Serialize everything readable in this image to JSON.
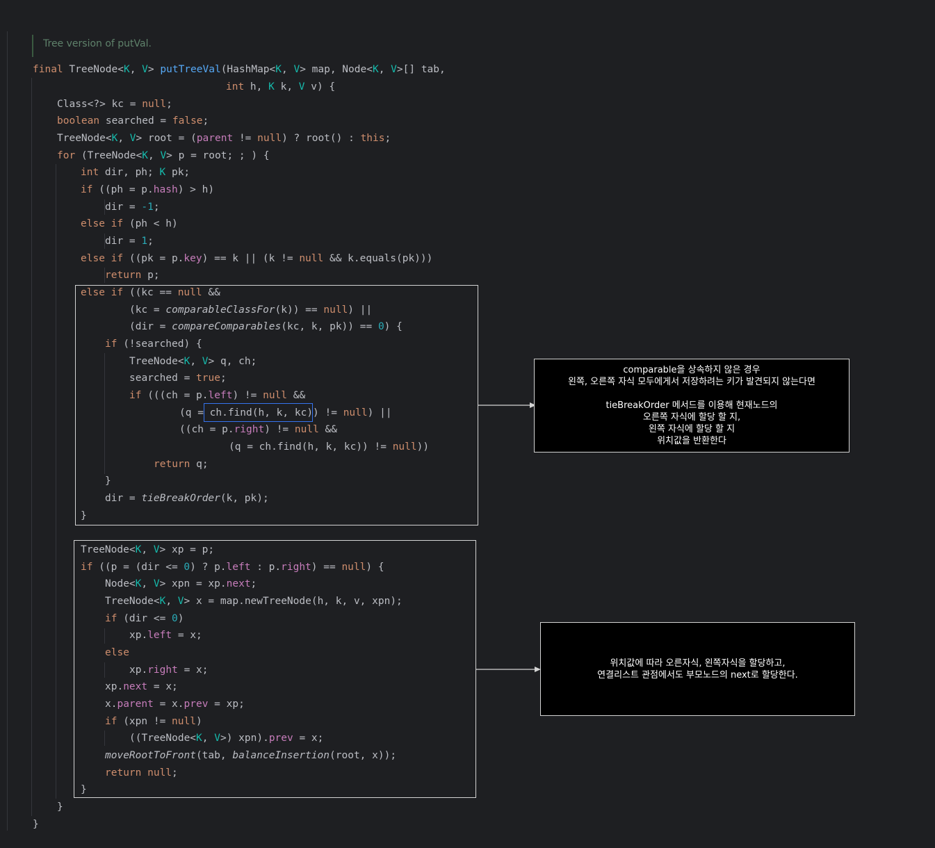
{
  "doc_comment": "Tree version of putVal.",
  "code": {
    "signature_1": [
      "final ",
      "TreeNode<",
      "K",
      ", ",
      "V",
      "> ",
      "putTreeVal",
      "(HashMap<",
      "K",
      ", ",
      "V",
      "> map, Node<",
      "K",
      ", ",
      "V",
      ">[] tab,"
    ],
    "signature_2": [
      "int ",
      "h, ",
      "K",
      " k, ",
      "V",
      " v) {"
    ],
    "lines": {
      "l1": [
        "Class<?> kc = ",
        "null",
        ";"
      ],
      "l2": [
        "boolean ",
        "searched = ",
        "false",
        ";"
      ],
      "l3": [
        "TreeNode<",
        "K",
        ", ",
        "V",
        "> root = (",
        "parent",
        " != ",
        "null",
        ") ? root() : ",
        "this",
        ";"
      ],
      "l4": [
        "for ",
        "(TreeNode<",
        "K",
        ", ",
        "V",
        "> p = root; ; ) {"
      ],
      "l5": [
        "int ",
        "dir, ph; ",
        "K",
        " pk;"
      ],
      "l6": [
        "if ",
        "((ph = p.",
        "hash",
        ") > h)"
      ],
      "l7": [
        "dir = ",
        "-1",
        ";"
      ],
      "l8": [
        "else if ",
        "(ph < h)"
      ],
      "l9": [
        "dir = ",
        "1",
        ";"
      ],
      "l10": [
        "else if ",
        "((pk = p.",
        "key",
        ") == k || (k != ",
        "null",
        " && k.equals(pk)))"
      ],
      "l11": [
        "return ",
        "p;"
      ],
      "l12": [
        "else if ",
        "((kc == ",
        "null",
        " &&"
      ],
      "l13": [
        "(kc = ",
        "comparableClassFor",
        "(k)) == ",
        "null",
        ") ||"
      ],
      "l14": [
        "(dir = ",
        "compareComparables",
        "(kc, k, pk)) == ",
        "0",
        ") {"
      ],
      "l15": [
        "if ",
        "(!searched) {"
      ],
      "l16": [
        "TreeNode<",
        "K",
        ", ",
        "V",
        "> q, ch;"
      ],
      "l17": [
        "searched = ",
        "true",
        ";"
      ],
      "l18": [
        "if ",
        "(((ch = p.",
        "left",
        ") != ",
        "null",
        " &&"
      ],
      "l19": [
        "(q = ch.find(h, k, kc)) != ",
        "null",
        ") ||"
      ],
      "l20": [
        "((ch = p.",
        "right",
        ") != ",
        "null",
        " &&"
      ],
      "l21": [
        "(q = ch.find(h, k, kc)) != ",
        "null",
        "))"
      ],
      "l22": [
        "return ",
        "q;"
      ],
      "l23": [
        "}"
      ],
      "l24": [
        "dir = ",
        "tieBreakOrder",
        "(k, pk);"
      ],
      "l25": [
        "}"
      ],
      "l26": [
        "TreeNode<",
        "K",
        ", ",
        "V",
        "> xp = p;"
      ],
      "l27": [
        "if ",
        "((p = (dir <= ",
        "0",
        ") ? p.",
        "left",
        " : p.",
        "right",
        ") == ",
        "null",
        ") {"
      ],
      "l28": [
        "Node<",
        "K",
        ", ",
        "V",
        "> xpn = xp.",
        "next",
        ";"
      ],
      "l29": [
        "TreeNode<",
        "K",
        ", ",
        "V",
        "> x = map.newTreeNode(h, k, v, xpn);"
      ],
      "l30": [
        "if ",
        "(dir <= ",
        "0",
        ")"
      ],
      "l31": [
        "xp.",
        "left",
        " = x;"
      ],
      "l32": [
        "else"
      ],
      "l33": [
        "xp.",
        "right",
        " = x;"
      ],
      "l34": [
        "xp.",
        "next",
        " = x;"
      ],
      "l35": [
        "x.",
        "parent",
        " = x.",
        "prev",
        " = xp;"
      ],
      "l36": [
        "if ",
        "(xpn != ",
        "null",
        ")"
      ],
      "l37": [
        "((TreeNode<",
        "K",
        ", ",
        "V",
        ">) xpn).",
        "prev",
        " = x;"
      ],
      "l38": [
        "moveRootToFront",
        "(tab, ",
        "balanceInsertion",
        "(root, x));"
      ],
      "l39": [
        "return ",
        "null",
        ";"
      ],
      "l40": [
        "}"
      ],
      "l41": [
        "}"
      ],
      "l42": [
        "}"
      ]
    }
  },
  "notes": {
    "note1": [
      "comparable을 상속하지 않은 경우",
      "왼쪽, 오른쪽 자식 모두에게서 저장하려는 키가 발견되지 않는다면",
      "",
      "tieBreakOrder 메서드를 이용해 현재노드의",
      "오른쪽 자식에 할당 할 지,",
      "왼쪽 자식에 할당 할 지",
      "위치값을 반환한다"
    ],
    "note2": [
      "위치값에 따라 오른자식, 왼쪽자식을 할당하고,",
      "연결리스트 관점에서도 부모노드의 next로 할당한다."
    ]
  },
  "colors": {
    "background": "#1e1f22",
    "keyword": "#cf8e6d",
    "type_param": "#16baac",
    "method_decl": "#56a8f5",
    "field": "#c77dbb",
    "number": "#2aacb8",
    "comment": "#5f826b"
  }
}
